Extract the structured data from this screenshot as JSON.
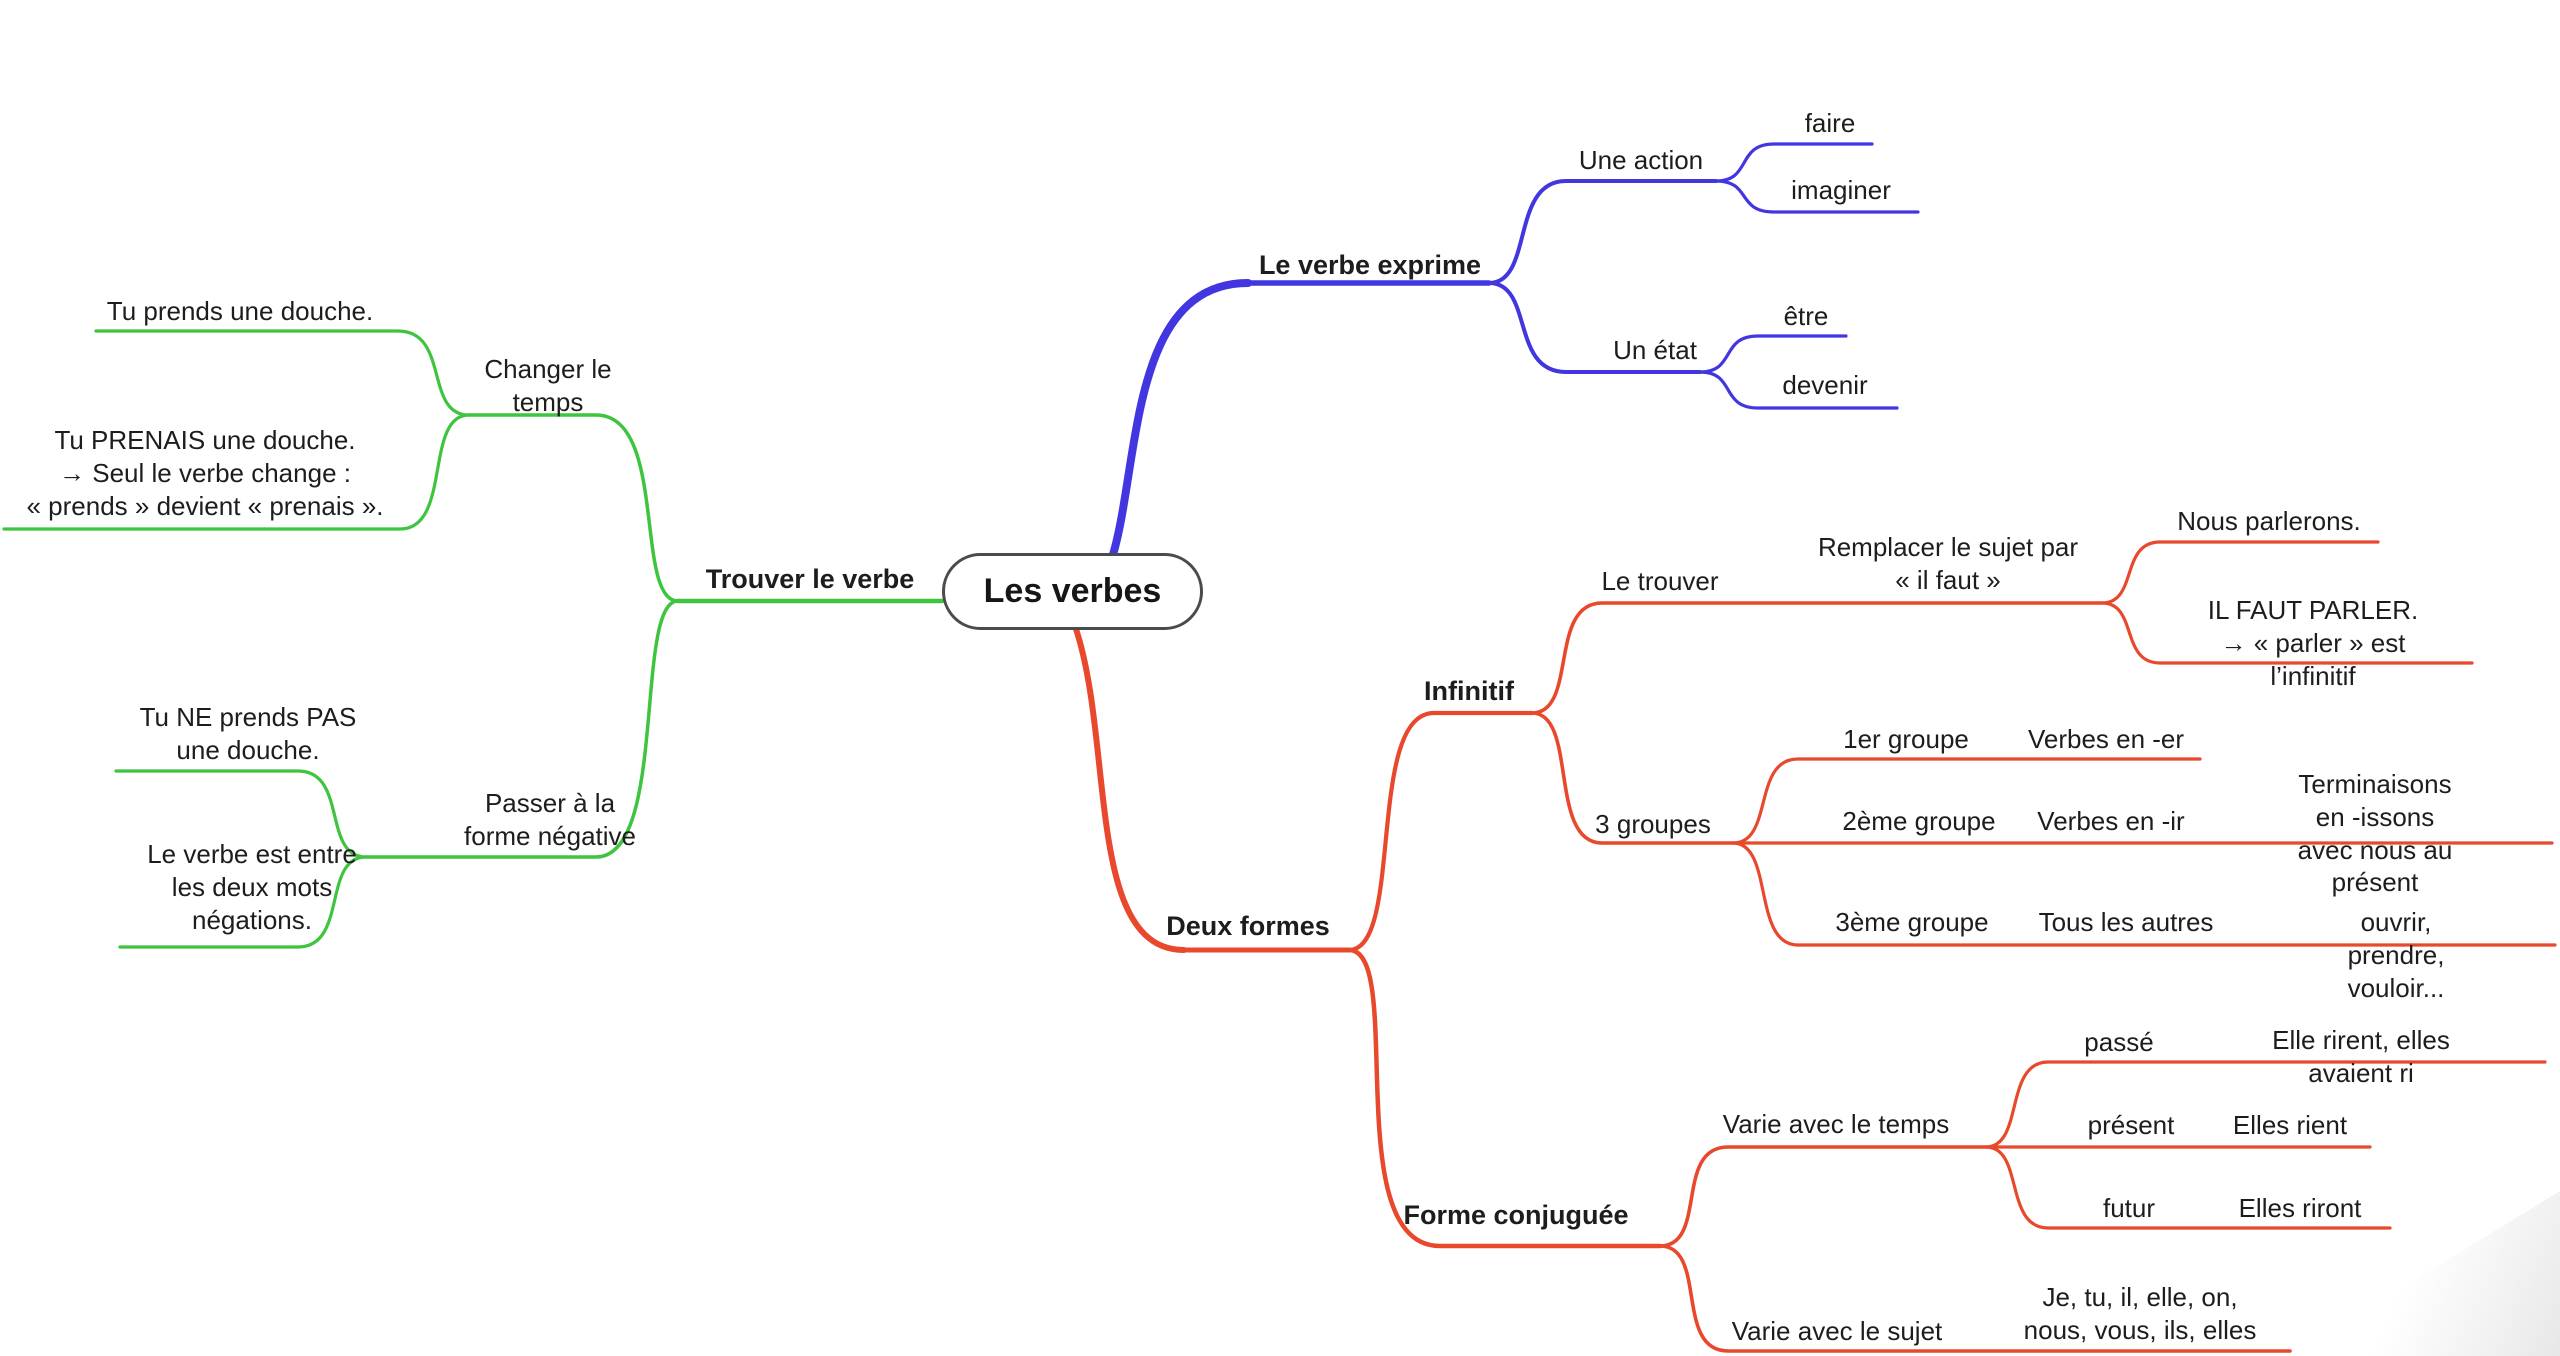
{
  "colors": {
    "green": "#3ec43e",
    "blue": "#4236e0",
    "red": "#e8482c",
    "node_border": "#4b4b4b",
    "text": "#1d1d1d"
  },
  "root": {
    "label": "Les verbes"
  },
  "exprime": {
    "label": "Le verbe exprime",
    "action": {
      "label": "Une action",
      "faire": "faire",
      "imaginer": "imaginer"
    },
    "etat": {
      "label": "Un état",
      "etre": "être",
      "devenir": "devenir"
    }
  },
  "trouver": {
    "label": "Trouver le verbe",
    "temps": {
      "label": "Changer le\ntemps",
      "ex_present": "Tu prends une douche.",
      "ex_passe": "Tu PRENAIS une douche.\n→ Seul le verbe change :\n« prends » devient « prenais »."
    },
    "negation": {
      "label": "Passer à la\nforme négative",
      "ex": "Tu NE prends PAS\nune douche.",
      "regle": "Le verbe est entre\nles deux mots\nnégations."
    }
  },
  "formes": {
    "label": "Deux formes",
    "infinitif": {
      "label": "Infinitif",
      "trouver": {
        "label": "Le trouver",
        "methode": "Remplacer le sujet par\n« il faut »",
        "ex1": "Nous parlerons.",
        "ex2": "IL FAUT PARLER.\n→ « parler » est l’infinitif"
      },
      "groupes": {
        "label": "3 groupes",
        "g1": {
          "label": "1er groupe",
          "desc": "Verbes en -er"
        },
        "g2": {
          "label": "2ème groupe",
          "desc": "Verbes en -ir",
          "note": "Terminaisons en -issons\navec nous au présent"
        },
        "g3": {
          "label": "3ème groupe",
          "desc": "Tous les autres",
          "note": "ouvrir, prendre, vouloir..."
        }
      }
    },
    "conjuguee": {
      "label": "Forme conjuguée",
      "temps": {
        "label": "Varie avec le temps",
        "passe": {
          "label": "passé",
          "ex": "Elle rirent, elles avaient ri"
        },
        "present": {
          "label": "présent",
          "ex": "Elles rient"
        },
        "futur": {
          "label": "futur",
          "ex": "Elles riront"
        }
      },
      "sujet": {
        "label": "Varie avec le sujet",
        "ex": "Je, tu, il, elle, on,\nnous, vous, ils, elles"
      }
    }
  }
}
